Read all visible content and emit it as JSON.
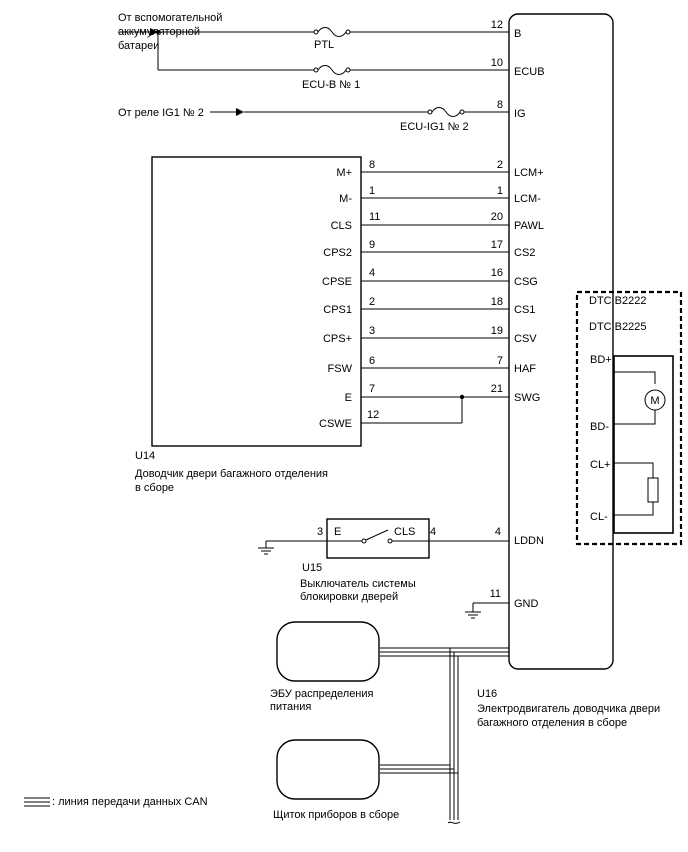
{
  "sources": {
    "aux_battery": [
      "От вспомогательной",
      "аккумуляторной",
      "батареи"
    ],
    "ig1_relay": "От реле IG1 № 2"
  },
  "fuses": {
    "ptl": "PTL",
    "ecub": "ECU-B № 1",
    "ig1": "ECU-IG1 № 2"
  },
  "u16": {
    "code": "U16",
    "title": [
      "Электродвигатель доводчика двери",
      "багажного отделения в сборе"
    ],
    "pins": [
      {
        "num": "12",
        "name": "B"
      },
      {
        "num": "10",
        "name": "ECUB"
      },
      {
        "num": "8",
        "name": "IG"
      },
      {
        "num": "2",
        "name": "LCM+"
      },
      {
        "num": "1",
        "name": "LCM-"
      },
      {
        "num": "20",
        "name": "PAWL"
      },
      {
        "num": "17",
        "name": "CS2"
      },
      {
        "num": "16",
        "name": "CSG"
      },
      {
        "num": "18",
        "name": "CS1"
      },
      {
        "num": "19",
        "name": "CSV"
      },
      {
        "num": "7",
        "name": "HAF"
      },
      {
        "num": "21",
        "name": "SWG"
      },
      {
        "num": "4",
        "name": "LDDN"
      },
      {
        "num": "11",
        "name": "GND"
      }
    ]
  },
  "u14": {
    "code": "U14",
    "title": [
      "Доводчик двери багажного отделения",
      "в сборе"
    ],
    "pins": [
      {
        "num": "8",
        "name": "M+"
      },
      {
        "num": "1",
        "name": "M-"
      },
      {
        "num": "11",
        "name": "CLS"
      },
      {
        "num": "9",
        "name": "CPS2"
      },
      {
        "num": "4",
        "name": "CPSE"
      },
      {
        "num": "2",
        "name": "CPS1"
      },
      {
        "num": "3",
        "name": "CPS+"
      },
      {
        "num": "6",
        "name": "FSW"
      },
      {
        "num": "7",
        "name": "E"
      },
      {
        "num": "12",
        "name": "CSWE"
      }
    ]
  },
  "u15": {
    "code": "U15",
    "title": [
      "Выключатель системы",
      "блокировки дверей"
    ],
    "pin_e_num": "3",
    "pin_e_name": "E",
    "pin_cls_num": "4",
    "pin_cls_name": "CLS"
  },
  "dtc": {
    "codes": [
      "DTC B2222",
      "DTC B2225"
    ],
    "pins": [
      "BD+",
      "BD-",
      "CL+",
      "CL-"
    ],
    "motor_symbol": "M"
  },
  "ecu_power": [
    "ЭБУ распределения",
    "питания"
  ],
  "meter": "Щиток приборов в сборе",
  "legend": ": линия передачи данных CAN"
}
